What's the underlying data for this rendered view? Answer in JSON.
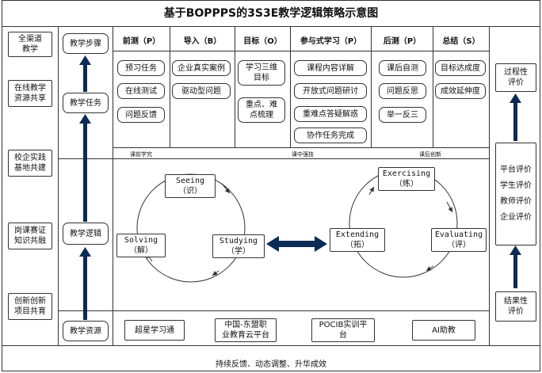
{
  "title": "基于BOPPPS的3S3E教学逻辑策略示意图",
  "left_column": [
    "全渠道\n教学",
    "在线教学\n资源共享",
    "校企实践\n基地共建",
    "岗课赛证\n知识共融",
    "创新创新\n项目共育"
  ],
  "flow": {
    "steps": "教学步骤",
    "tasks": "教学任务",
    "logic": "教学逻辑",
    "resources": "教学资源"
  },
  "headers": [
    "前测（P）",
    "导入（B）",
    "目标（O）",
    "参与式学习（P）",
    "后测（P）",
    "总结（S）"
  ],
  "tasks": {
    "pretest": [
      "预习任务",
      "在线测试",
      "问题反馈"
    ],
    "intro": [
      "企业真实案例",
      "驱动型问题"
    ],
    "objective": [
      "学习三维\n目标",
      "重点、难\n点梳理"
    ],
    "participatory": [
      "课程内容详解",
      "开放式问题研讨",
      "重难点答疑解惑",
      "协作任务完成"
    ],
    "posttest": [
      "课后自测",
      "问题反思",
      "举一反三"
    ],
    "summary": [
      "目标达成度",
      "成效延伸度"
    ]
  },
  "phases": [
    "课前学究",
    "课中强技",
    "课后创新"
  ],
  "cycle_left": {
    "seeing": "Seeing\n（识）",
    "studying": "Studying\n（学）",
    "solving": "Solving\n（解）"
  },
  "cycle_right": {
    "exercising": "Exercising\n（练）",
    "evaluating": "Evaluating\n（评）",
    "extending": "Extending\n（拓）"
  },
  "resources": [
    "超星学习通",
    "中国-东盟职\n业教育云平台",
    "POCIB实训平\n台",
    "AI助教"
  ],
  "right_column": {
    "process": "过程性\n评价",
    "evaluators": "平台评价\n学生评价\n教师评价\n企业评价",
    "outcome": "结果性\n评价"
  },
  "footer": "持续反馈、动态调整、升华成效",
  "colors": {
    "arrow": "#0b2b55",
    "line": "#333333"
  }
}
